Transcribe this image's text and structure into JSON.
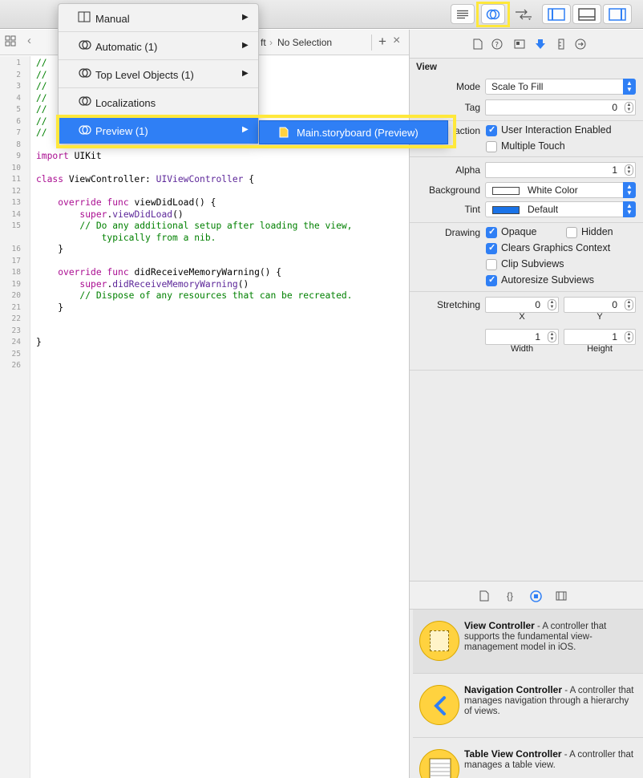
{
  "editor": {
    "jump_tail": "ft",
    "jump_sep": "›",
    "jump_selection": "No Selection",
    "add_symbol": "+",
    "close_symbol": "×",
    "lines": [
      {
        "n": "1",
        "segs": [
          {
            "c": "cm",
            "t": "//"
          }
        ]
      },
      {
        "n": "2",
        "segs": [
          {
            "c": "cm",
            "t": "//"
          }
        ]
      },
      {
        "n": "3",
        "segs": [
          {
            "c": "cm",
            "t": "//"
          }
        ]
      },
      {
        "n": "4",
        "segs": [
          {
            "c": "cm",
            "t": "//"
          }
        ]
      },
      {
        "n": "5",
        "segs": [
          {
            "c": "cm",
            "t": "//"
          }
        ]
      },
      {
        "n": "6",
        "segs": [
          {
            "c": "cm",
            "t": "//"
          }
        ]
      },
      {
        "n": "7",
        "segs": [
          {
            "c": "cm",
            "t": "//"
          }
        ]
      },
      {
        "n": "8",
        "segs": []
      },
      {
        "n": "9",
        "segs": [
          {
            "c": "kw",
            "t": "import"
          },
          {
            "c": "pl",
            "t": " UIKit"
          }
        ]
      },
      {
        "n": "10",
        "segs": []
      },
      {
        "n": "11",
        "segs": [
          {
            "c": "kw",
            "t": "class"
          },
          {
            "c": "pl",
            "t": " ViewController: "
          },
          {
            "c": "ty",
            "t": "UIViewController"
          },
          {
            "c": "pl",
            "t": " {"
          }
        ]
      },
      {
        "n": "12",
        "segs": []
      },
      {
        "n": "13",
        "segs": [
          {
            "c": "pl",
            "t": "    "
          },
          {
            "c": "kw",
            "t": "override func"
          },
          {
            "c": "pl",
            "t": " viewDidLoad() {"
          }
        ]
      },
      {
        "n": "14",
        "segs": [
          {
            "c": "pl",
            "t": "        "
          },
          {
            "c": "kw",
            "t": "super"
          },
          {
            "c": "pl",
            "t": "."
          },
          {
            "c": "ty",
            "t": "viewDidLoad"
          },
          {
            "c": "pl",
            "t": "()"
          }
        ]
      },
      {
        "n": "15",
        "segs": [
          {
            "c": "cm",
            "t": "        // Do any additional setup after loading the view,"
          }
        ]
      },
      {
        "n": "",
        "segs": [
          {
            "c": "cm",
            "t": "            typically from a nib."
          }
        ]
      },
      {
        "n": "16",
        "segs": [
          {
            "c": "pl",
            "t": "    }"
          }
        ]
      },
      {
        "n": "17",
        "segs": []
      },
      {
        "n": "18",
        "segs": [
          {
            "c": "pl",
            "t": "    "
          },
          {
            "c": "kw",
            "t": "override func"
          },
          {
            "c": "pl",
            "t": " didReceiveMemoryWarning() {"
          }
        ]
      },
      {
        "n": "19",
        "segs": [
          {
            "c": "pl",
            "t": "        "
          },
          {
            "c": "kw",
            "t": "super"
          },
          {
            "c": "pl",
            "t": "."
          },
          {
            "c": "ty",
            "t": "didReceiveMemoryWarning"
          },
          {
            "c": "pl",
            "t": "()"
          }
        ]
      },
      {
        "n": "20",
        "segs": [
          {
            "c": "cm",
            "t": "        // Dispose of any resources that can be recreated."
          }
        ]
      },
      {
        "n": "21",
        "segs": [
          {
            "c": "pl",
            "t": "    }"
          }
        ]
      },
      {
        "n": "22",
        "segs": []
      },
      {
        "n": "23",
        "segs": []
      },
      {
        "n": "24",
        "segs": [
          {
            "c": "pl",
            "t": "}"
          }
        ]
      },
      {
        "n": "25",
        "segs": []
      },
      {
        "n": "26",
        "segs": []
      }
    ]
  },
  "menu": {
    "items": [
      {
        "label": "Manual",
        "icon": "split-columns-icon",
        "arrow": "▶"
      },
      {
        "label": "Automatic (1)",
        "icon": "assistant-rings-icon",
        "arrow": "▶"
      },
      {
        "label": "Top Level Objects (1)",
        "icon": "assistant-rings-icon",
        "arrow": "▶"
      },
      {
        "label": "Localizations",
        "icon": "assistant-rings-icon",
        "arrow": ""
      },
      {
        "label": "Preview (1)",
        "icon": "assistant-rings-icon",
        "arrow": "▶",
        "active": true
      }
    ],
    "submenu_label": "Main.storyboard (Preview)"
  },
  "inspector": {
    "section_title": "View",
    "mode_label": "Mode",
    "mode_value": "Scale To Fill",
    "tag_label": "Tag",
    "tag_value": "0",
    "interaction_label": "action",
    "user_interaction": "User Interaction Enabled",
    "multiple_touch": "Multiple Touch",
    "alpha_label": "Alpha",
    "alpha_value": "1",
    "background_label": "Background",
    "background_value": "White Color",
    "tint_label": "Tint",
    "tint_value": "Default",
    "drawing_label": "Drawing",
    "opaque": "Opaque",
    "hidden": "Hidden",
    "clears_graphics": "Clears Graphics Context",
    "clip_subviews": "Clip Subviews",
    "autoresize": "Autoresize Subviews",
    "stretching_label": "Stretching",
    "stretch_x": "0",
    "stretch_y": "0",
    "x_label": "X",
    "y_label": "Y",
    "stretch_w": "1",
    "stretch_h": "1",
    "width_label": "Width",
    "height_label": "Height"
  },
  "library": {
    "items": [
      {
        "title": "View Controller",
        "desc": " - A controller that supports the fundamental view-management model in iOS."
      },
      {
        "title": "Navigation Controller",
        "desc": " - A controller that manages navigation through a hierarchy of views."
      },
      {
        "title": "Table View Controller",
        "desc": " - A controller that manages a table view."
      }
    ]
  },
  "colors": {
    "accent": "#2f7ff5",
    "highlight": "#ffe83b",
    "library_icon": "#ffd23f"
  }
}
